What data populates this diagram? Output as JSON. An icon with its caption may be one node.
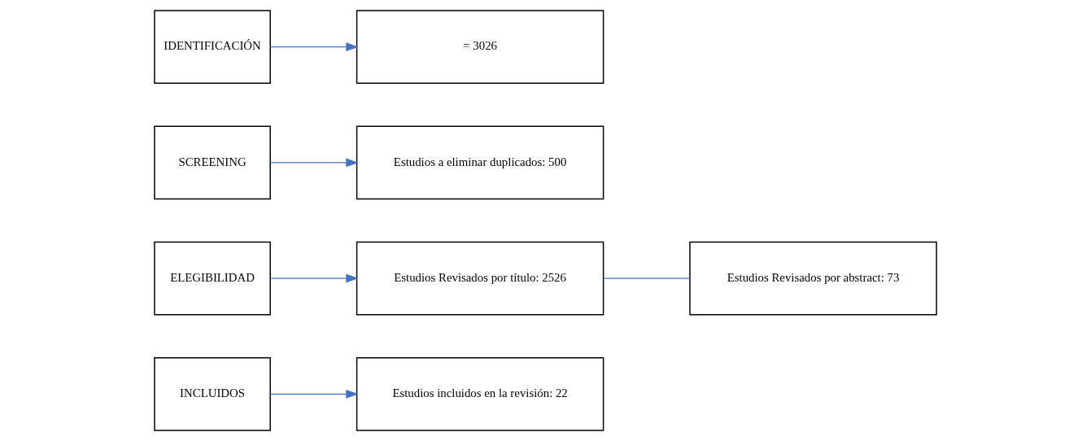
{
  "diagram": {
    "nodes": [
      {
        "text": [
          "IDENTIFICACIÓN"
        ]
      },
      {
        "text": [
          "= 3026"
        ]
      },
      {
        "text": [
          "SCREENING"
        ]
      },
      {
        "text": [
          "Estudios a eliminar duplicados: 500"
        ]
      },
      {
        "text": [
          "ELEGIBILIDAD"
        ]
      },
      {
        "text": [
          "Estudios Revisados por título: 2526"
        ]
      },
      {
        "text": [
          "Estudios Revisados por abstract: 73"
        ]
      },
      {
        "text": [
          "INCLUIDOS"
        ]
      },
      {
        "text": [
          "Estudios incluidos en la revisión: 22"
        ]
      }
    ],
    "edges": [
      {
        "from": 0,
        "to": 1,
        "arrow": "to"
      },
      {
        "from": 2,
        "to": 3,
        "arrow": "to"
      },
      {
        "from": 4,
        "to": 5,
        "arrow": "to"
      },
      {
        "from": 5,
        "to": 6,
        "arrow": "none"
      },
      {
        "from": 7,
        "to": 8,
        "arrow": "to"
      }
    ]
  }
}
